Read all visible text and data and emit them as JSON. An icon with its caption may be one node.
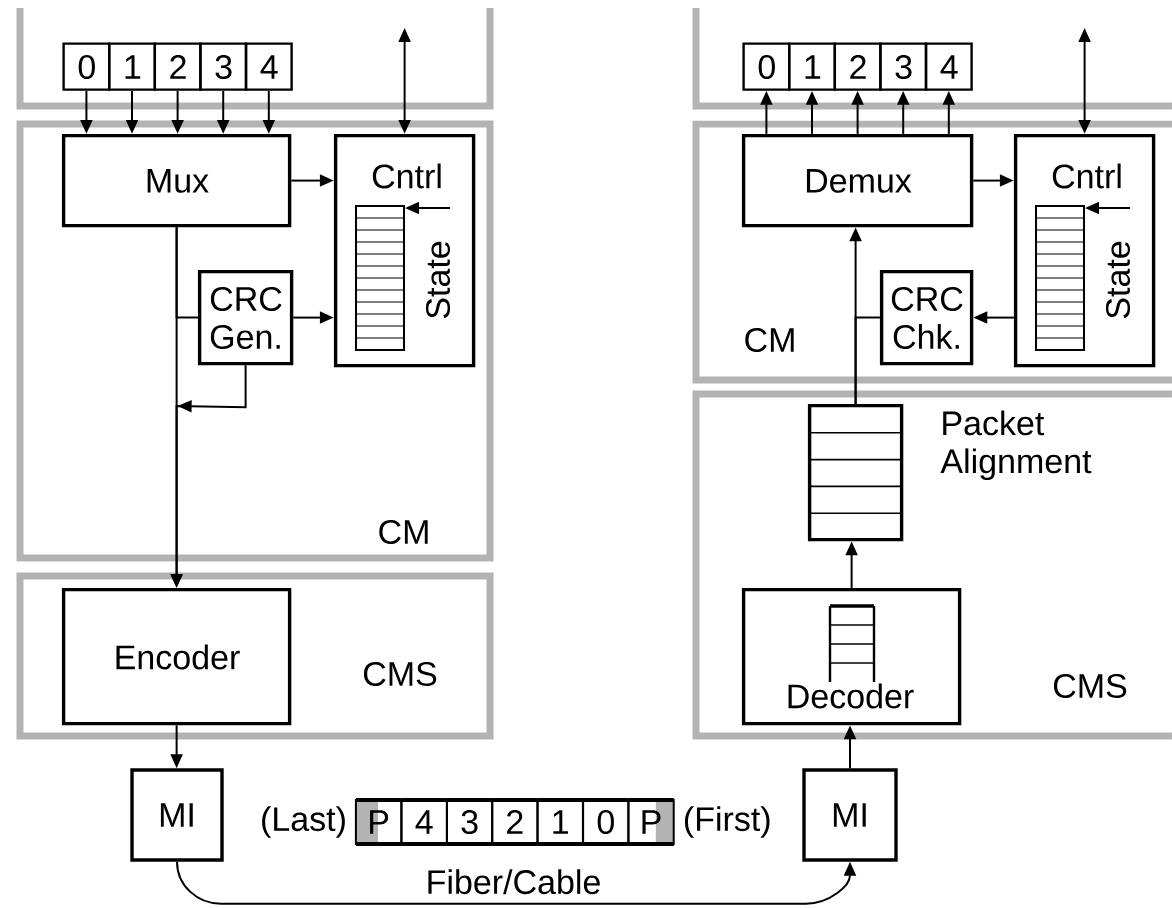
{
  "diagram": {
    "nodes": [
      {
        "text": [],
        "shape": "box"
      },
      {
        "text": [
          "0"
        ],
        "in": 0
      },
      {
        "text": [
          "1"
        ],
        "in": 0
      },
      {
        "text": [
          "2"
        ],
        "in": 0
      },
      {
        "text": [
          "3"
        ],
        "in": 0
      },
      {
        "text": [
          "4"
        ],
        "in": 0
      },
      {
        "text": [
          "CM"
        ]
      },
      {
        "text": [
          "Mux"
        ],
        "in": 6
      },
      {
        "text": [
          "Cntrl",
          "State"
        ],
        "in": 6
      },
      {
        "text": [
          "CRC Gen."
        ],
        "in": 6
      },
      {
        "text": [
          "CMS"
        ]
      },
      {
        "text": [
          "Encoder"
        ],
        "in": 10
      },
      {
        "text": [
          "MI"
        ]
      },
      {
        "text": [],
        "shape": "box"
      },
      {
        "text": [
          "0"
        ],
        "in": 13
      },
      {
        "text": [
          "1"
        ],
        "in": 13
      },
      {
        "text": [
          "2"
        ],
        "in": 13
      },
      {
        "text": [
          "3"
        ],
        "in": 13
      },
      {
        "text": [
          "4"
        ],
        "in": 13
      },
      {
        "text": [
          "CM"
        ]
      },
      {
        "text": [
          "Demux"
        ],
        "in": 19
      },
      {
        "text": [
          "Cntrl",
          "State"
        ],
        "in": 19
      },
      {
        "text": [
          "CRC Chk."
        ],
        "in": 19
      },
      {
        "text": [
          "CMS"
        ]
      },
      {
        "text": [],
        "shape": "box",
        "beside": [
          "Packet Alignment"
        ],
        "in": 23
      },
      {
        "text": [
          "Decoder"
        ],
        "in": 23
      },
      {
        "text": [
          "MI"
        ]
      }
    ],
    "edges": [
      {
        "from": 1,
        "to": 7,
        "arrow": "to"
      },
      {
        "from": 2,
        "to": 7,
        "arrow": "to"
      },
      {
        "from": 3,
        "to": 7,
        "arrow": "to"
      },
      {
        "from": 4,
        "to": 7,
        "arrow": "to"
      },
      {
        "from": 5,
        "to": 7,
        "arrow": "to"
      },
      {
        "from": 7,
        "to": 8,
        "arrow": "to"
      },
      {
        "from": null,
        "to": 8,
        "arrow": "both"
      },
      {
        "from": 7,
        "to": 9,
        "arrow": "none"
      },
      {
        "from": 7,
        "to": 11,
        "arrow": "to"
      },
      {
        "from": 9,
        "to": 8,
        "arrow": "to"
      },
      {
        "from": 9,
        "to": 11,
        "arrow": "to"
      },
      {
        "from": 11,
        "to": 12,
        "arrow": "to"
      },
      {
        "from": 12,
        "to": 26,
        "arrow": "to",
        "label": "Fiber/Cable"
      },
      {
        "from": 26,
        "to": 25,
        "arrow": "to"
      },
      {
        "from": 25,
        "to": 24,
        "arrow": "to"
      },
      {
        "from": 24,
        "to": 20,
        "arrow": "to"
      },
      {
        "from": 24,
        "to": 22,
        "arrow": "none"
      },
      {
        "from": 21,
        "to": 22,
        "arrow": "to"
      },
      {
        "from": 20,
        "to": 21,
        "arrow": "to"
      },
      {
        "from": 20,
        "to": 14,
        "arrow": "to"
      },
      {
        "from": 20,
        "to": 15,
        "arrow": "to"
      },
      {
        "from": 20,
        "to": 16,
        "arrow": "to"
      },
      {
        "from": 20,
        "to": 17,
        "arrow": "to"
      },
      {
        "from": 20,
        "to": 18,
        "arrow": "to"
      },
      {
        "from": null,
        "to": 21,
        "arrow": "both"
      }
    ],
    "labels": [
      "(Last)",
      "P",
      "4",
      "3",
      "2",
      "1",
      "0",
      "P",
      "(First)"
    ]
  }
}
